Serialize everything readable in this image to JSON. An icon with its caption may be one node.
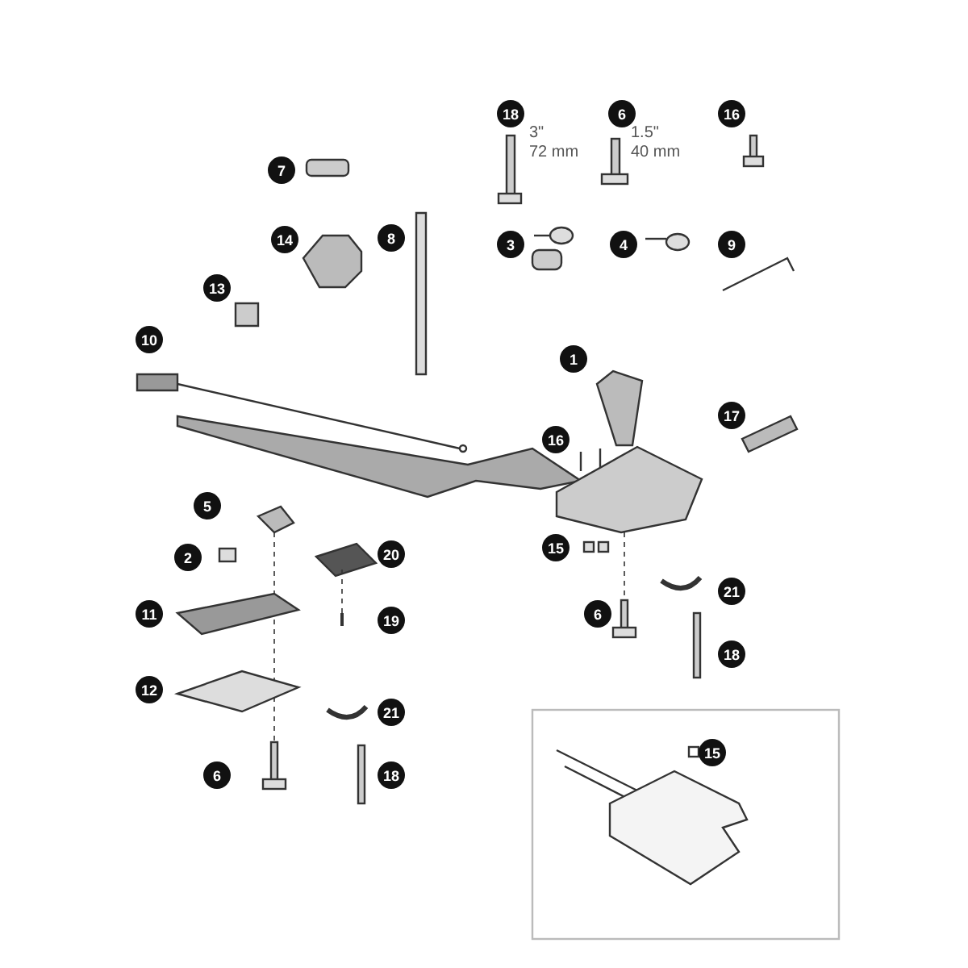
{
  "diagram": {
    "nodes": [
      {
        "text": [],
        "shape": "picture"
      },
      {
        "text": [],
        "shape": "picture"
      },
      {
        "text": [],
        "shape": "picture"
      },
      {
        "text": [],
        "shape": "picture"
      },
      {
        "text": [],
        "shape": "picture"
      },
      {
        "text": [],
        "shape": "picture"
      }
    ],
    "edges": [
      {
        "from": 0,
        "to": 1,
        "arrow": "none",
        "style": "dashed"
      },
      {
        "from": 2,
        "to": 3,
        "arrow": "none",
        "style": "dashed"
      },
      {
        "from": 4,
        "to": 5,
        "arrow": "none",
        "style": "dashed"
      }
    ],
    "labels": [
      "18",
      "3\"",
      "72 mm",
      "6",
      "1.5\"",
      "40 mm",
      "16",
      "7",
      "14",
      "8",
      "3",
      "4",
      "9",
      "13",
      "10",
      "1",
      "17",
      "16",
      "5",
      "2",
      "20",
      "15",
      "11",
      "19",
      "6",
      "21",
      "12",
      "18",
      "21",
      "6",
      "18",
      "15"
    ]
  }
}
